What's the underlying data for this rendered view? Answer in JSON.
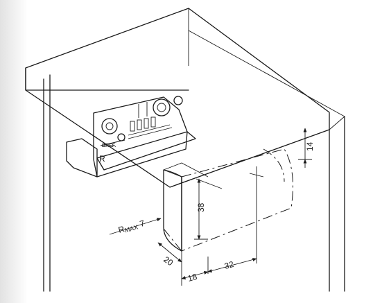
{
  "dimensions": {
    "rmax_prefix": "R",
    "rmax_sub": "MAX",
    "rmax_value": "7",
    "d14": "14",
    "d38": "38",
    "d20": "20",
    "d18": "18",
    "d32": "32"
  },
  "hinge_markings": {
    "side_letter": "R",
    "brand": "BREF."
  }
}
